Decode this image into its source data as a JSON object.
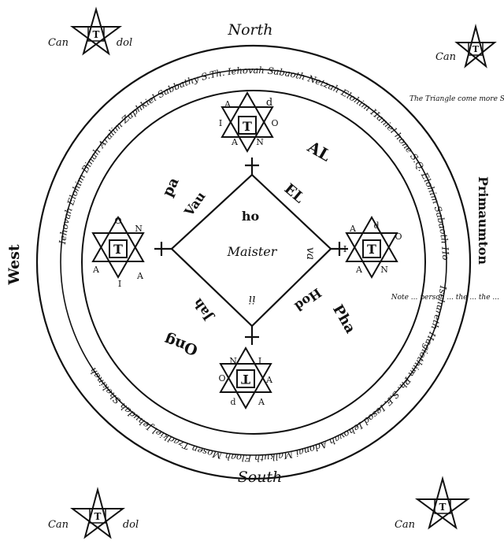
{
  "directions": {
    "north": "North",
    "south": "South",
    "west": "West",
    "east": "Primaumton"
  },
  "ring_text": {
    "top": "Iehovah Elohim Binah Aralim Zaphkiel Sabbathy S.Th. Iehovah Sabaoth Netzah Elohim Haniel hone S.Q. Elohim Sabaoth Hod Ben Elohim",
    "bottom": "Ischureth Hagiothim Ph. S.F. Iesod Iehovah Adonai Malkuth Eloah Mosen Tzadkiel Jehudah Shekinah"
  },
  "corner_labels": {
    "left_part": "Can",
    "right_part": "dol"
  },
  "inner_words": {
    "al": "AL",
    "el": "EL",
    "pa": "pa",
    "pha": "Pha",
    "ong": "Ong",
    "vau": "Vau",
    "jah": "Jah",
    "hod": "Hod",
    "ho": "ho",
    "maister": "Maister",
    "va": "va",
    "ii": "ii"
  },
  "star_letters": {
    "center": "T",
    "points": [
      "A",
      "d",
      "N",
      "A",
      "I",
      "O"
    ]
  },
  "margin_notes": {
    "top_right": "The Triangle come more Spirits of his t...",
    "right": "Note ... person ... the ... the ..."
  }
}
